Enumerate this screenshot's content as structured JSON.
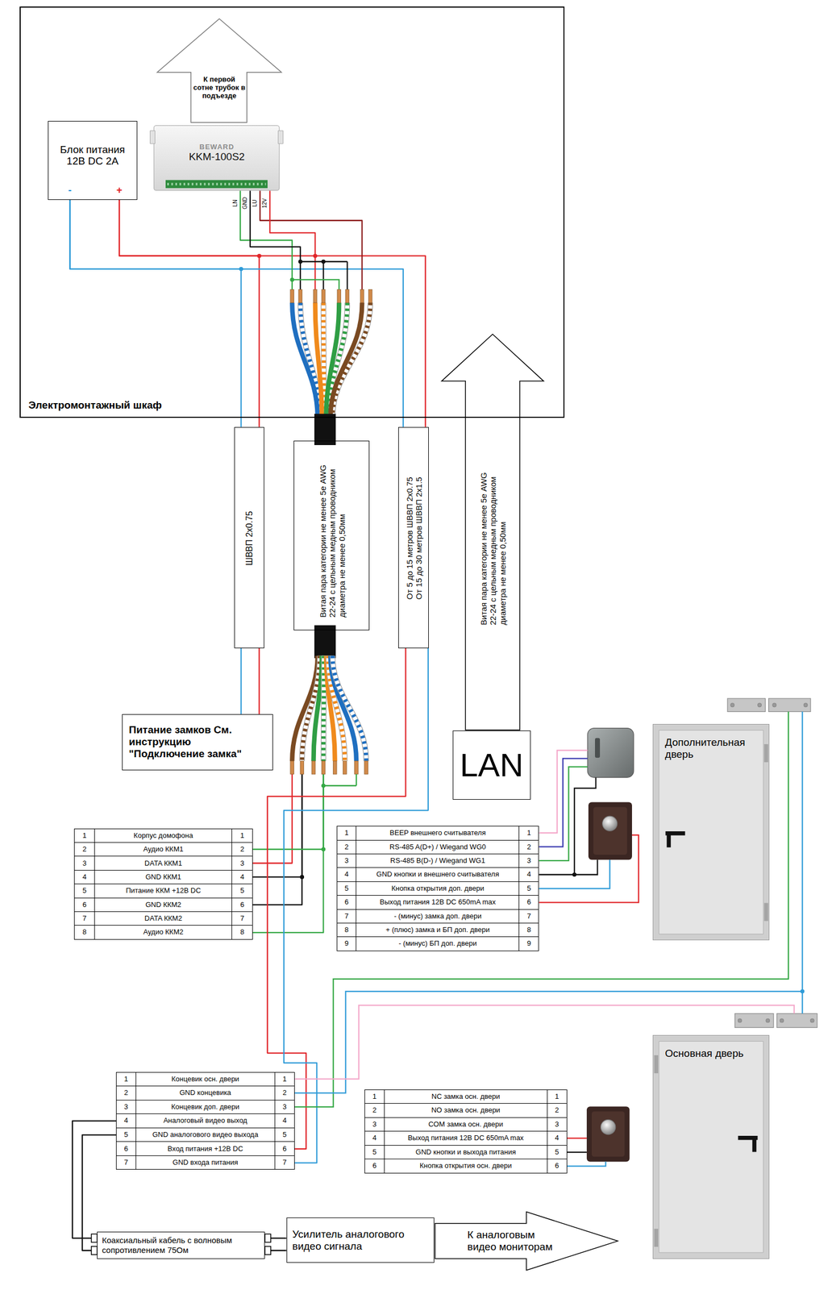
{
  "diagram": {
    "nodes": [
      {
        "text": [
          "Электромонтажный шкаф"
        ]
      },
      {
        "text": [
          "К первой сотне трубок в подъезде"
        ],
        "in": 0
      },
      {
        "text": [
          "Блок питания 12В DC 2А"
        ],
        "in": 0
      },
      {
        "text": [
          "BEWARD",
          "KKM-100S2"
        ],
        "in": 0
      },
      {
        "text": [
          "ШВВП 2х0.75"
        ]
      },
      {
        "text": [
          "Витая пара категории не менее 5е AWG 22-24 с цельным медным проводником диаметра не менее 0,50мм"
        ]
      },
      {
        "text": [
          "От 5 до 15 метров ШВВП 2х0.75 От 15 до 30 метров ШВВП 2х1.5"
        ]
      },
      {
        "text": [
          "Витая пара категории не менее 5е AWG 22-24 с цельным медным проводником диаметра не менее 0,50мм"
        ]
      },
      {
        "text": [
          "LAN"
        ]
      },
      {
        "text": [
          "Питание замков См. инструкцию \"Подключение замка\""
        ]
      },
      {
        "text": [
          "Дополнительная дверь"
        ]
      },
      {
        "text": [
          "1",
          "Корпус домофона",
          "1",
          "2",
          "Аудио ККМ1",
          "2",
          "3",
          "DATA ККМ1",
          "3",
          "4",
          "GND ККМ1",
          "4",
          "5",
          "Питание ККМ +12В DC",
          "5",
          "6",
          "GND ККМ2",
          "6",
          "7",
          "DATA ККМ2",
          "7",
          "8",
          "Аудио ККМ2",
          "8"
        ]
      },
      {
        "text": [
          "1",
          "BEEP внешнего считывателя",
          "1",
          "2",
          "RS-485 A(D+) / Wiegand WG0",
          "2",
          "3",
          "RS-485 B(D-) / Wiegand WG1",
          "3",
          "4",
          "GND кнопки и внешнего считывателя",
          "4",
          "5",
          "Кнопка открытия доп. двери",
          "5",
          "6",
          "Выход питания 12В DC 650mA max",
          "6",
          "7",
          "- (минус) замка доп. двери",
          "7",
          "8",
          "+ (плюс) замка и БП доп. двери",
          "8",
          "9",
          "- (минус) БП доп. двери",
          "9"
        ]
      },
      {
        "text": [
          "1",
          "Концевик осн. двери",
          "1",
          "2",
          "GND концевика",
          "2",
          "3",
          "Концевик доп. двери",
          "3",
          "4",
          "Аналоговый видео выход",
          "4",
          "5",
          "GND аналогового видео выхода",
          "5",
          "6",
          "Вход питания +12В DC",
          "6",
          "7",
          "GND входа питания",
          "7"
        ]
      },
      {
        "text": [
          "1",
          "NC замка осн. двери",
          "1",
          "2",
          "NO замка осн. двери",
          "2",
          "3",
          "COM замка осн. двери",
          "3",
          "4",
          "Выход питания 12В DC 650mA max",
          "4",
          "5",
          "GND кнопки и выхода питания",
          "5",
          "6",
          "Кнопка открытия осн. двери",
          "6"
        ]
      },
      {
        "text": [
          "Основная дверь"
        ]
      },
      {
        "text": [
          "Коаксиальный кабель с волновым сопротивлением 75Ом"
        ]
      },
      {
        "text": [
          "Усилитель аналогового видео сигнала"
        ]
      },
      {
        "text": [
          "К аналоговым видео мониторам"
        ]
      }
    ],
    "edges": [
      {
        "from": 2,
        "to": 4,
        "arrow": "none"
      },
      {
        "from": 2,
        "to": 6,
        "arrow": "none"
      },
      {
        "from": 3,
        "to": 5,
        "arrow": "none"
      },
      {
        "from": 4,
        "to": 9,
        "arrow": "none"
      },
      {
        "from": 5,
        "to": 11,
        "arrow": "none"
      },
      {
        "from": 6,
        "to": 13,
        "arrow": "none"
      },
      {
        "from": 13,
        "to": 16,
        "arrow": "none"
      },
      {
        "from": 16,
        "to": 17,
        "arrow": "none"
      }
    ],
    "labels": [
      "-",
      "+",
      "LN",
      "GND",
      "LU",
      "12V"
    ]
  }
}
